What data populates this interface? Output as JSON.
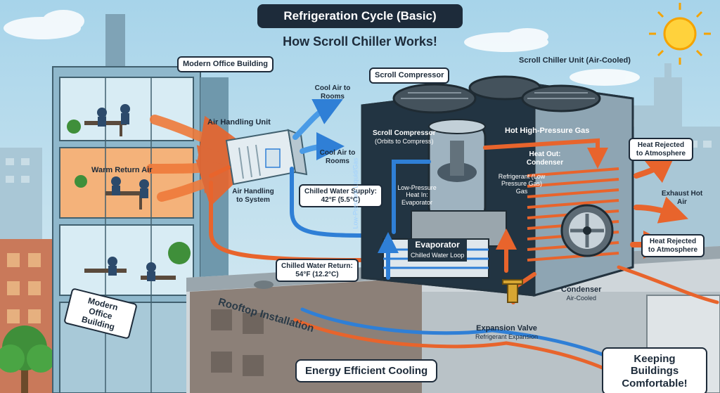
{
  "title": {
    "main": "Refrigeration Cycle (Basic)",
    "subtitle": "How Scroll Chiller Works!"
  },
  "labels": {
    "building_top": "Modern Office Building",
    "building_bottom": "Modern Office Building",
    "rooftop": "Rooftop Installation",
    "ahu": "Air Handling Unit",
    "ahu_system": "Air Handling to System",
    "warm_return": "Warm Return Air",
    "cool_air_1": "Cool Air to Rooms",
    "cool_air_2": "Cool Air to Rooms",
    "chilled_supply": "Chilled Water Supply:",
    "chilled_supply_temp": "42°F (5.5°C)",
    "chilled_return": "Chilled Water Return:",
    "chilled_return_temp": "54°F (12.2°C)",
    "scroll_compressor": "Scroll Compressor",
    "chiller_unit": "Scroll Chiller Unit (Air-Cooled)",
    "compressor_inner": "Scroll Compressor",
    "compressor_inner_sub": "(Orbits to Compress)",
    "hot_gas": "Hot High-Pressure Gas",
    "heat_out": "Heat Out: Condenser",
    "refrigerant": "Refrigerant (Low Pressure Gas) Gas",
    "low_pressure": "Low-Pressure Heat In: Evaporator",
    "low_pressure_liquid": "Low-Pressure Liquid/Gas",
    "evaporator": "Evaporator",
    "evaporator_sub": "Chilled Water Loop",
    "condenser": "Condenser",
    "condenser_sub": "Air-Cooled",
    "expansion_valve": "Expansion Valve",
    "expansion_valve_sub": "Refrigerant Expansion",
    "heat_rejected_1": "Heat Rejected to Atmosphere",
    "heat_rejected_2": "Heat Rejected to Atmosphere",
    "exhaust": "Exhaust Hot Air",
    "energy": "Energy Efficient Cooling",
    "keeping": "Keeping Buildings Comfortable!"
  },
  "colors": {
    "sky": "#bfe0ef",
    "building": "#8fb8cc",
    "window_warm": "#f4b27a",
    "chiller": "#7f97a6",
    "chiller_dark": "#1f3140",
    "cold": "#2f7fd6",
    "hot": "#e8642c",
    "navy": "#1d2b3a"
  }
}
